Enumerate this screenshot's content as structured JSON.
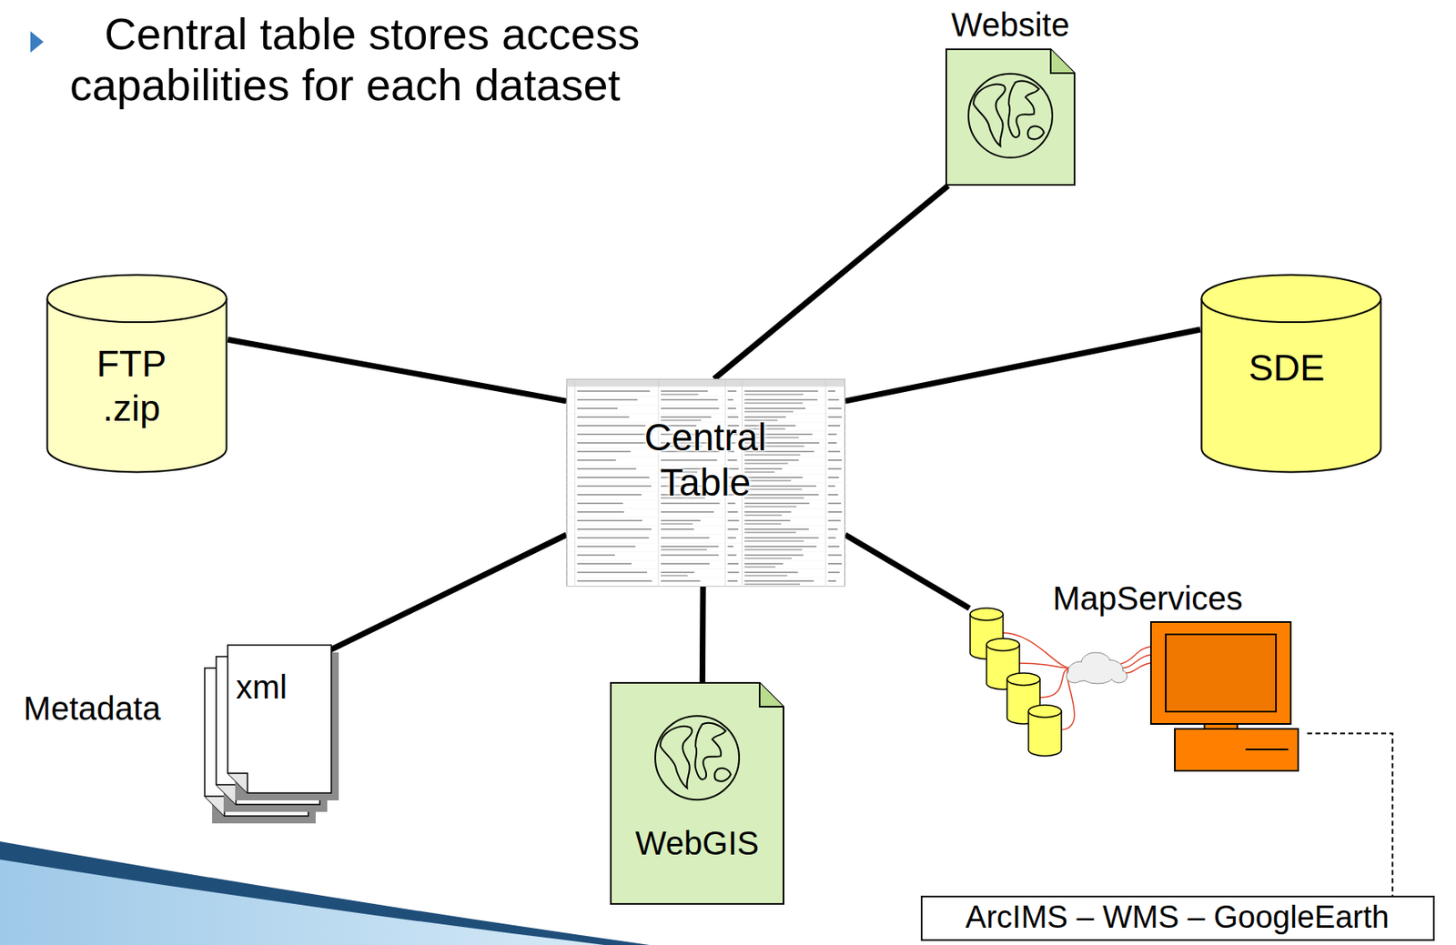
{
  "diagram": {
    "title": "Central table stores access capabilities for each dataset",
    "nodes": [
      {
        "text": [
          "Website"
        ]
      },
      {
        "text": [
          "FTP .zip"
        ]
      },
      {
        "text": [
          "SDE"
        ]
      },
      {
        "text": [
          "Central Table"
        ]
      },
      {
        "text": [
          "Metadata",
          "xml"
        ]
      },
      {
        "text": [
          "WebGIS"
        ]
      },
      {
        "text": [
          "MapServices"
        ]
      },
      {
        "text": [
          "ArcIMS – WMS – GoogleEarth"
        ]
      }
    ],
    "edges": [
      {
        "from": 3,
        "to": 0,
        "arrow": "none"
      },
      {
        "from": 3,
        "to": 1,
        "arrow": "none"
      },
      {
        "from": 3,
        "to": 2,
        "arrow": "none"
      },
      {
        "from": 3,
        "to": 4,
        "arrow": "none"
      },
      {
        "from": 3,
        "to": 5,
        "arrow": "none"
      },
      {
        "from": 3,
        "to": 6,
        "arrow": "none"
      },
      {
        "from": 6,
        "to": 7,
        "arrow": "none"
      }
    ]
  }
}
